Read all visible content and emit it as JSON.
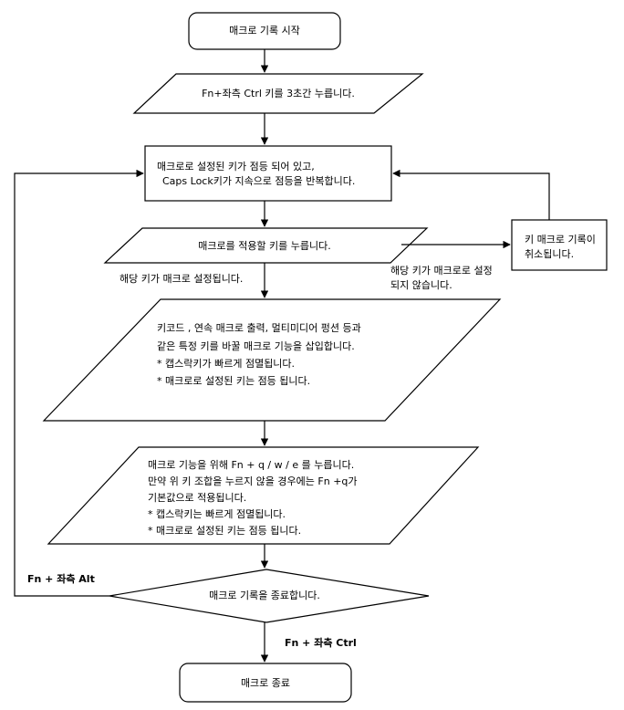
{
  "nodes": {
    "start": "매크로 기록 시작",
    "hold_fn": "Fn+좌측 Ctrl 키를 3초간 누릅니다.",
    "blink_state": [
      "매크로로 설정된 키가 점등 되어 있고,",
      "Caps Lock키가 지속으로 점등을 반복합니다."
    ],
    "press_key": "매크로를 적용할 키를 누릅니다.",
    "cancel_box": [
      "키 매크로 기록이",
      "취소됩니다."
    ],
    "insert_function": [
      "키코드 , 연속 매크로 출력, 멀티미디어 펑션 등과",
      "같은 특정 키를 바꿀 매크로 기능을 삽입합니다.",
      "* 캡스락키가 빠르게 점멸됩니다.",
      "* 매크로로 설정된 키는 점등 됩니다."
    ],
    "choose_slot": [
      "매크로 기능을 위해 Fn + q / w / e 를 누릅니다.",
      "만약 위 키 조합을 누르지 않을 경우에는 Fn +q가",
      "기본값으로 적용됩니다.",
      "* 캡스락키는 빠르게 점멸됩니다.",
      "* 매크로로 설정된 키는 점등 됩니다."
    ],
    "end_decision": "매크로 기록을 종료합니다.",
    "end": "매크로 종료"
  },
  "edge_labels": {
    "key_set": "해당 키가 매크로 설정됩니다.",
    "key_not_set": [
      "해당 키가 매크로로 설정",
      "되지 않습니다."
    ],
    "loop_alt": "Fn + 좌측  Alt",
    "finish_ctrl": "Fn + 좌측 Ctrl"
  }
}
